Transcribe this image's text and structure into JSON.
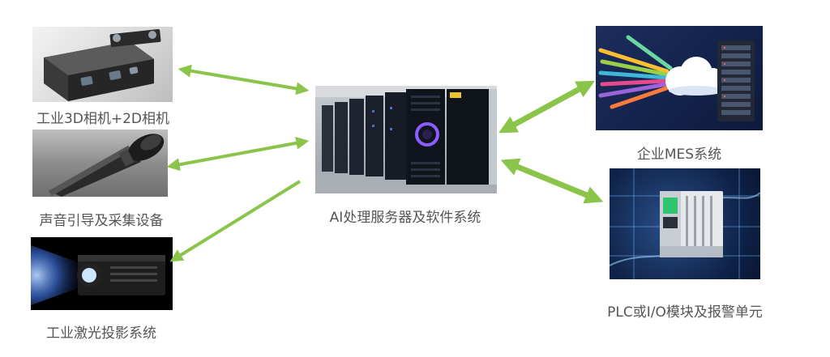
{
  "nodes": {
    "camera": {
      "label": "工业3D相机+2D相机"
    },
    "voice": {
      "label": "声音引导及采集设备"
    },
    "projector": {
      "label": "工业激光投影系统"
    },
    "server": {
      "label": "AI处理服务器及软件系统"
    },
    "mes": {
      "label": "企业MES系统"
    },
    "plc": {
      "label": "PLC或I/O模块及报警单元"
    }
  },
  "colors": {
    "arrow": "#8ac44a",
    "caption": "#555555"
  }
}
